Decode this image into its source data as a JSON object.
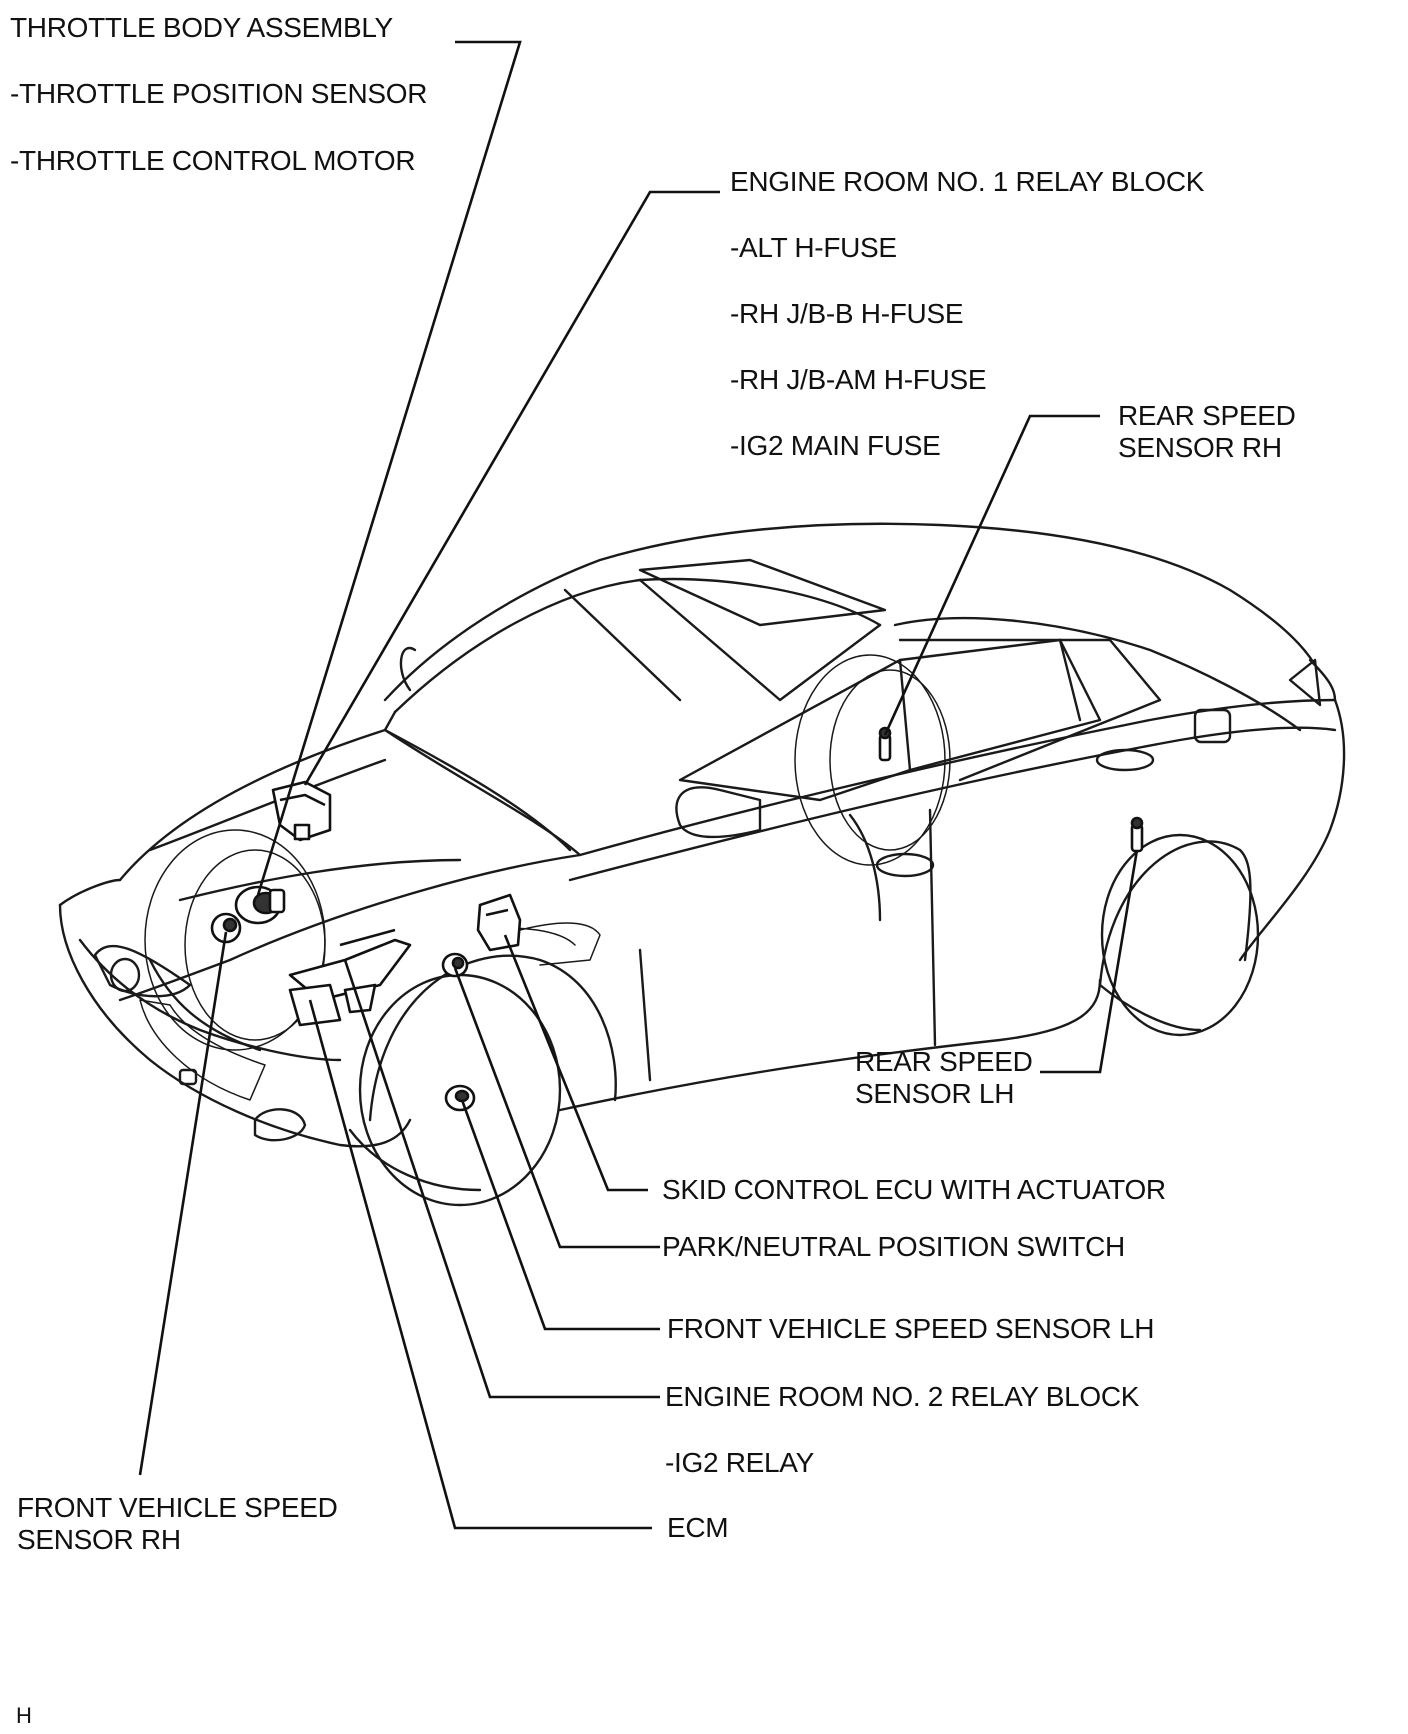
{
  "labels": {
    "throttle_body": "THROTTLE BODY ASSEMBLY",
    "throttle_position_sensor": "-THROTTLE POSITION SENSOR",
    "throttle_control_motor": "-THROTTLE CONTROL MOTOR",
    "engine_room_relay_1": "ENGINE ROOM NO. 1 RELAY BLOCK",
    "alt_hfuse": "-ALT H-FUSE",
    "rh_jb_b_hfuse": "-RH J/B-B H-FUSE",
    "rh_jb_am_hfuse": "-RH J/B-AM H-FUSE",
    "ig2_main_fuse": "-IG2 MAIN FUSE",
    "rear_speed_rh_1": "REAR SPEED",
    "rear_speed_rh_2": "SENSOR RH",
    "rear_speed_lh_1": "REAR SPEED",
    "rear_speed_lh_2": "SENSOR LH",
    "skid_control": "SKID CONTROL ECU WITH ACTUATOR",
    "park_neutral": "PARK/NEUTRAL POSITION SWITCH",
    "front_speed_lh": "FRONT VEHICLE SPEED SENSOR LH",
    "engine_room_relay_2": "ENGINE ROOM NO. 2 RELAY BLOCK",
    "ig2_relay": "-IG2 RELAY",
    "front_speed_rh_1": "FRONT VEHICLE SPEED",
    "front_speed_rh_2": "SENSOR RH",
    "ecm": "ECM",
    "corner_mark": "H"
  }
}
